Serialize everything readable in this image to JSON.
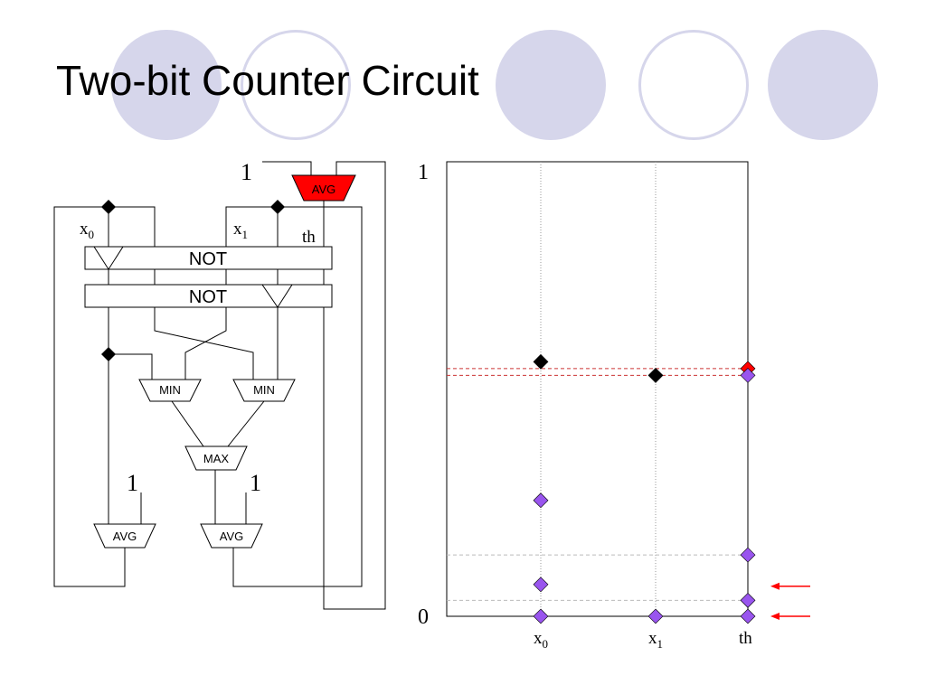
{
  "title": "Two-bit Counter Circuit",
  "circuit": {
    "const_one": "1",
    "labels": {
      "x0": "x",
      "x0_sub": "0",
      "x1": "x",
      "x1_sub": "1",
      "th": "th"
    },
    "gates": {
      "avg_top": "AVG",
      "not_top": "NOT",
      "not_bottom": "NOT",
      "min_left": "MIN",
      "min_right": "MIN",
      "max": "MAX",
      "avg_left": "AVG",
      "avg_right": "AVG"
    },
    "colors": {
      "avg_top_fill": "#ff0000"
    }
  },
  "chart_data": {
    "type": "scatter",
    "categories": [
      "x0",
      "x1",
      "th"
    ],
    "tick_labels": [
      {
        "main": "x",
        "sub": "0"
      },
      {
        "main": "x",
        "sub": "1"
      },
      {
        "main": "th",
        "sub": ""
      }
    ],
    "ylim": [
      0,
      1
    ],
    "y_tick_labels": [
      "0",
      "1"
    ],
    "series": [
      {
        "color": "#000000",
        "points": [
          {
            "x": "x0",
            "y": 0.56
          },
          {
            "x": "x1",
            "y": 0.53
          }
        ]
      },
      {
        "color": "#ff0000",
        "points": [
          {
            "x": "th",
            "y": 0.545
          }
        ]
      },
      {
        "color": "#9955ee",
        "points": [
          {
            "x": "x0",
            "y": 0.255
          },
          {
            "x": "x0",
            "y": 0.07
          },
          {
            "x": "x0",
            "y": 0.0
          },
          {
            "x": "x1",
            "y": 0.0
          },
          {
            "x": "th",
            "y": 0.53
          },
          {
            "x": "th",
            "y": 0.135
          },
          {
            "x": "th",
            "y": 0.035
          },
          {
            "x": "th",
            "y": 0.0
          }
        ]
      }
    ],
    "reference_lines": [
      {
        "y": 0.545,
        "color": "#cc3333"
      },
      {
        "y": 0.53,
        "color": "#cc3333"
      },
      {
        "y": 0.135,
        "color": "#bbbbbb"
      },
      {
        "y": 0.035,
        "color": "#bbbbbb"
      }
    ],
    "arrows": [
      {
        "y": 0.066,
        "color": "#ff0000"
      },
      {
        "y": 0.0,
        "color": "#ff0000"
      }
    ],
    "grid": true
  }
}
